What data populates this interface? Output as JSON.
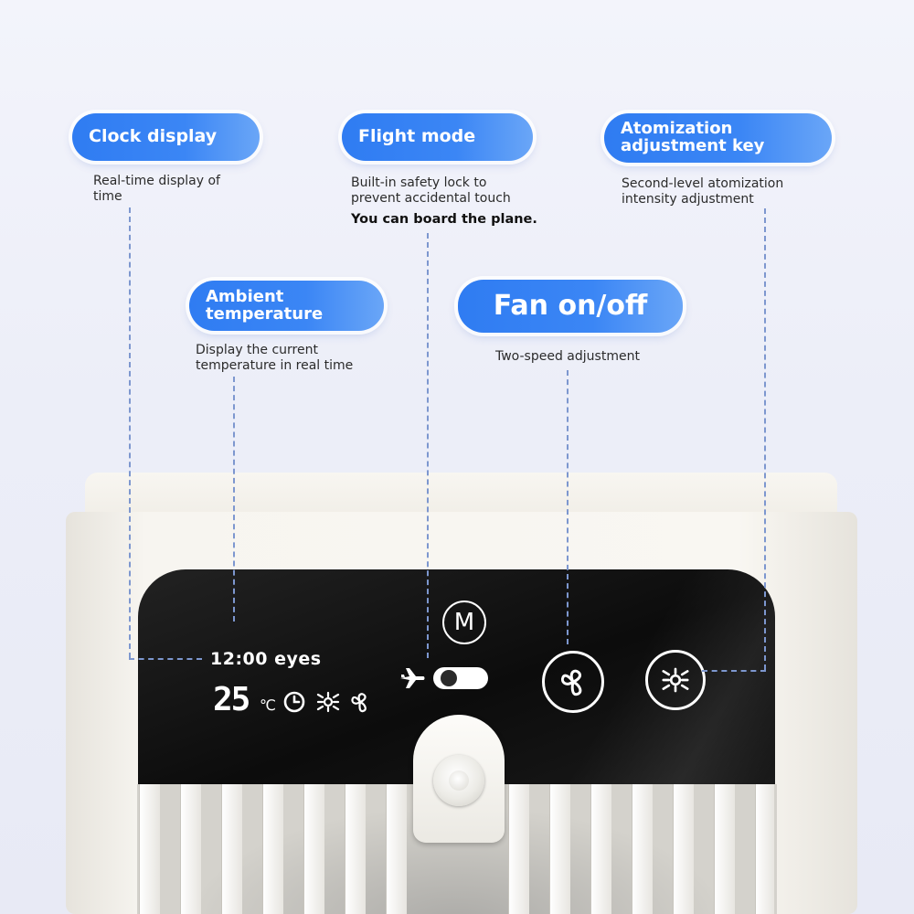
{
  "callouts": {
    "clock": {
      "title": "Clock display",
      "desc": [
        "Real-time display of",
        "time"
      ]
    },
    "flight": {
      "title": "Flight mode",
      "desc": [
        "Built-in safety lock to",
        "prevent accidental touch"
      ],
      "note": "You can board the plane."
    },
    "atomization": {
      "title_lines": [
        "Atomization",
        "adjustment key"
      ],
      "desc": [
        "Second-level atomization",
        "intensity adjustment"
      ]
    },
    "ambient": {
      "title_lines": [
        "Ambient",
        "temperature"
      ],
      "desc": [
        "Display the current",
        "temperature in real time"
      ]
    },
    "fan": {
      "title": "Fan on/off",
      "desc": [
        "Two-speed adjustment"
      ]
    }
  },
  "panel": {
    "clock_text": "12:00 eyes",
    "temperature": "25",
    "temperature_unit": "℃",
    "mode_button_label": "M"
  },
  "colors": {
    "pill_blue": "#2f7cf2",
    "dash_line": "#7d97cf",
    "panel_black": "#0c0c0c",
    "device_white": "#f7f5f0"
  },
  "icons": [
    "clock-icon",
    "snowflake-icon",
    "fan-icon",
    "airplane-icon",
    "toggle-switch",
    "mode-m-icon",
    "fan-button-icon",
    "atomization-button-icon"
  ]
}
